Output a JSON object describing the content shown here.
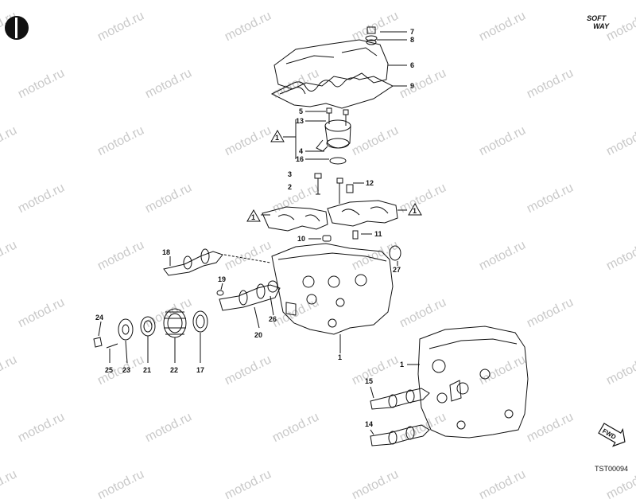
{
  "watermark": "motod.ru",
  "brand": {
    "line1": "SOFT",
    "line2": "WAY"
  },
  "diagram_code": "TST00094",
  "fwd_label": "FWD",
  "callout_numbers": [
    "1",
    "2",
    "3",
    "4",
    "5",
    "6",
    "7",
    "8",
    "9",
    "10",
    "11",
    "12",
    "13",
    "14",
    "15",
    "16",
    "17",
    "18",
    "19",
    "20",
    "21",
    "22",
    "23",
    "24",
    "25",
    "26",
    "27"
  ],
  "note_marker": "1",
  "colors": {
    "line": "#111111",
    "watermark": "#c9c9c9",
    "background": "#ffffff"
  }
}
